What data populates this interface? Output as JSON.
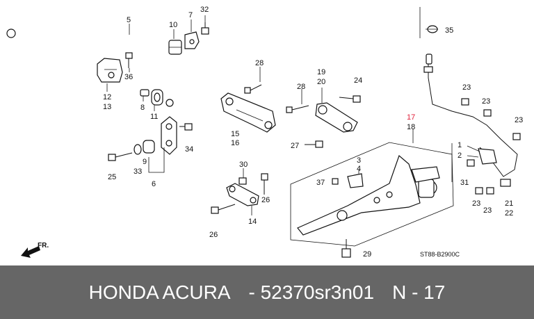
{
  "callouts": {
    "c1": "1",
    "c2": "2",
    "c3": "3",
    "c4": "4",
    "c5": "5",
    "c6": "6",
    "c7": "7",
    "c8": "8",
    "c9": "9",
    "c10": "10",
    "c11": "11",
    "c12": "12",
    "c13": "13",
    "c14": "14",
    "c15": "15",
    "c16": "16",
    "c17": "17",
    "c18": "18",
    "c19": "19",
    "c20": "20",
    "c21": "21",
    "c22": "22",
    "c23": "23",
    "c24": "24",
    "c25": "25",
    "c26": "26",
    "c27": "27",
    "c28": "28",
    "c29": "29",
    "c30": "30",
    "c31": "31",
    "c32": "32",
    "c33": "33",
    "c34": "34",
    "c35": "35",
    "c36": "36",
    "c37": "37"
  },
  "front_marker": "FR.",
  "diagram_code": "ST88-B2900C",
  "highlight_color": "#e0203a",
  "footer": {
    "brand": "HONDA ACURA",
    "part_number": "- 52370sr3n01",
    "ref": "N - 17"
  },
  "footer_color": "#666666"
}
